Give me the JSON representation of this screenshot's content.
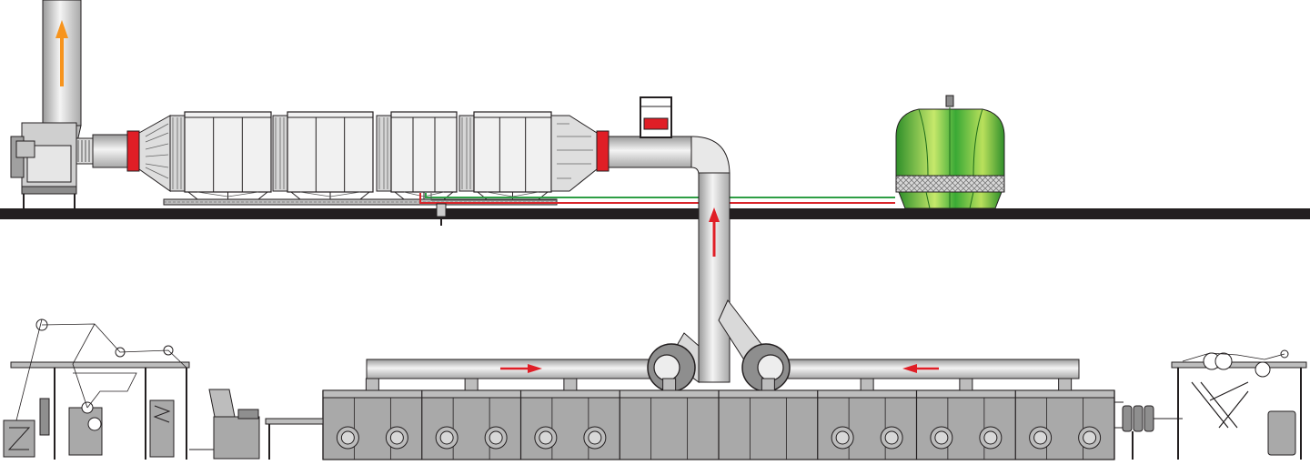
{
  "diagram": {
    "kind": "textile stenter exhaust-air treatment process flow",
    "colors": {
      "floor": "#231f20",
      "line": "#231f20",
      "duct_light": "#f2f2f2",
      "duct_mid": "#c9c9c9",
      "duct_dark": "#9a9a9a",
      "oven": "#a9a9a9",
      "oven_dark": "#8a8a8a",
      "flange": "#e01e26",
      "flow_arrow_red": "#e01e26",
      "flow_arrow_orange": "#f7941d",
      "tower_green": "#3aa935",
      "tower_light": "#c6e86b",
      "pipe_green": "#2e9e44",
      "pipe_red": "#d9262b"
    },
    "icons": [
      "chimney-stack",
      "exhaust-fan-with-motor",
      "treatment-module-chain",
      "cooling-tower",
      "exhaust-riser-duct",
      "stenter-oven",
      "fabric-feed-machine",
      "fabric-take-up-machine"
    ],
    "flow": [
      "stenter-oven",
      "collector-ducts",
      "exhaust-fans",
      "riser-duct",
      "treatment-module-chain",
      "exhaust-fan-with-motor",
      "chimney-stack"
    ],
    "treatment_modules": 4,
    "oven_chambers": 8
  }
}
